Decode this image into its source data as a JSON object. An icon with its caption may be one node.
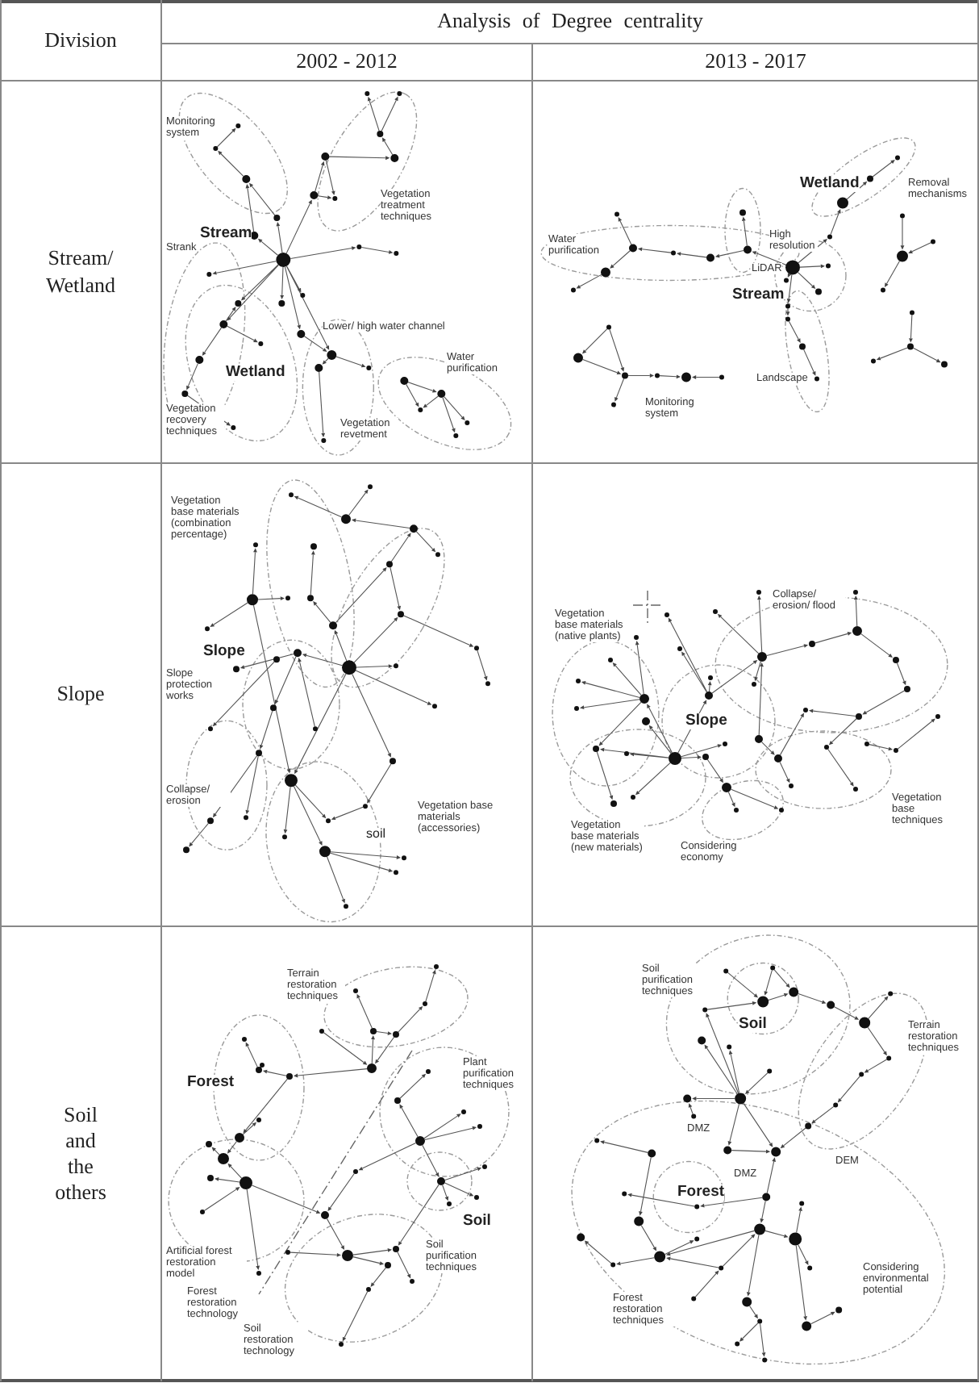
{
  "diagram": {
    "labels": [
      "Division",
      "Analysis of Degree centrality",
      "2002 - 2012",
      "2013 - 2017",
      "Stream/ Wetland",
      "Monitoring system",
      "Vegetation treatment techniques",
      "Stream",
      "Strank",
      "Lower/ high water channel",
      "Wetland",
      "Water purification",
      "Vegetation recovery techniques",
      "Vegetation revetment",
      "Wetland",
      "Removal mechanisms",
      "Water purification",
      "High resolution",
      "LiDAR",
      "Stream",
      "Landscape",
      "Monitoring system",
      "Slope",
      "Vegetation base materials (combination percentage)",
      "Slope",
      "Slope protection works",
      "Collapse/ erosion",
      "Vegetation base materials (accessories)",
      "soil",
      "Collapse/ erosion/ flood",
      "Vegetation base materials (native plants)",
      "Slope",
      "Vegetation base techniques",
      "Vegetation base materials (new materials)",
      "Considering economy",
      "Soil and the others",
      "Terrain restoration techniques",
      "Forest",
      "Plant purification techniques",
      "Soil",
      "Soil purification techniques",
      "Artificial forest restoration model",
      "Forest restoration technology",
      "Soil restoration technology",
      "Soil purification techniques",
      "Soil",
      "Terrain restoration techniques",
      "DMZ",
      "DEM",
      "DMZ",
      "Forest",
      "Considering environmental potential",
      "Forest restoration techniques"
    ]
  }
}
